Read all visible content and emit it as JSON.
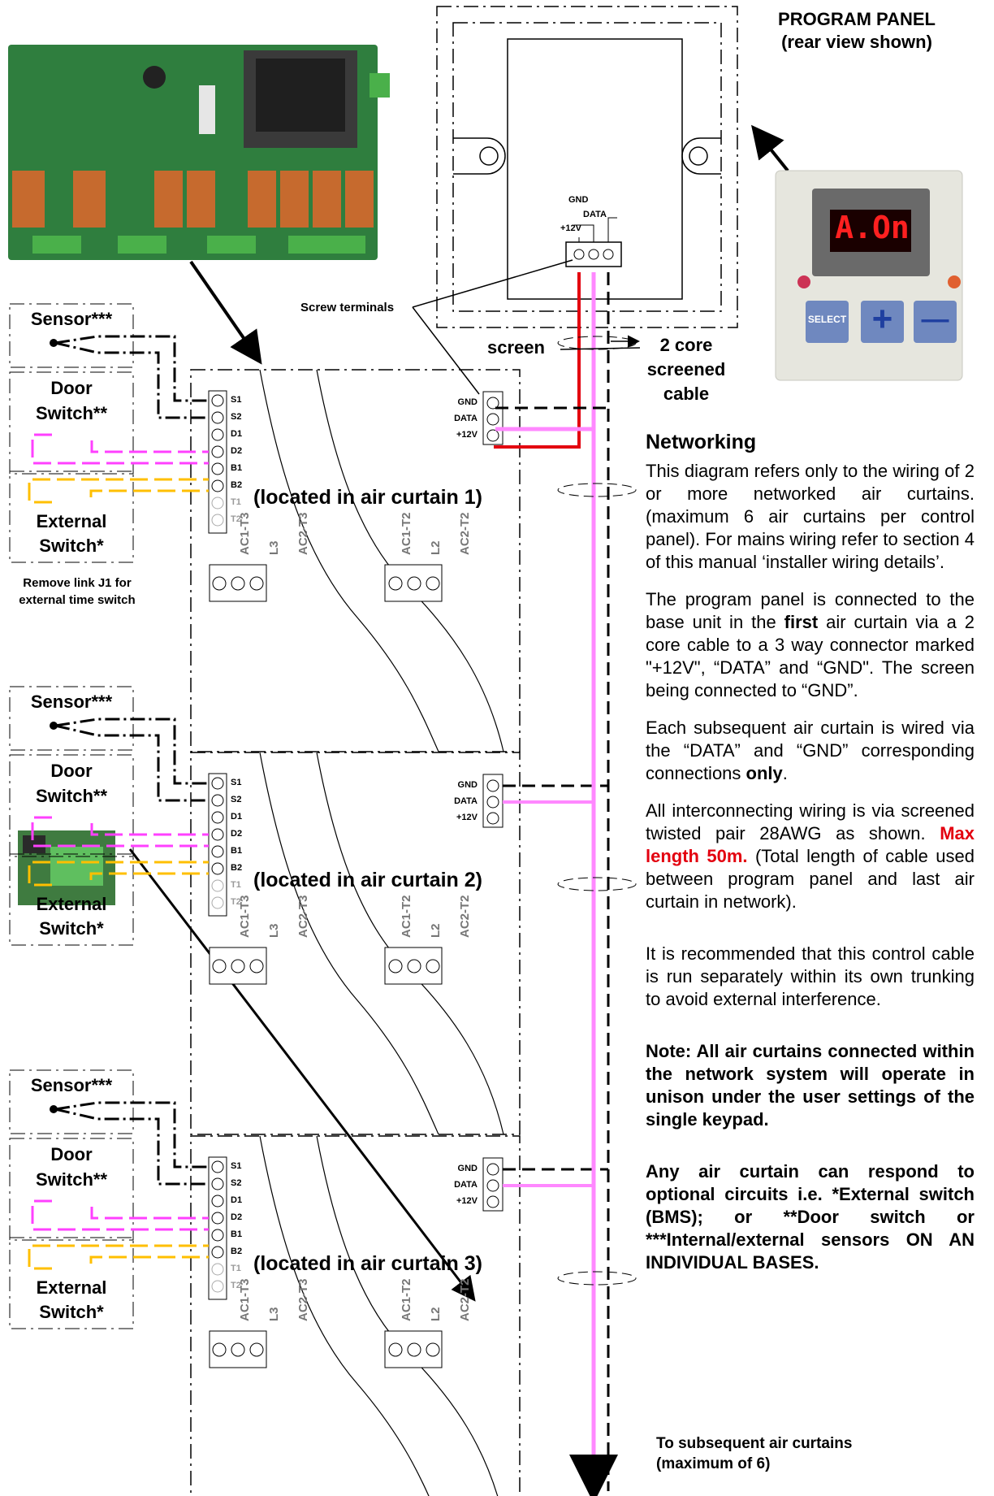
{
  "panel": {
    "title_line1": "PROGRAM PANEL",
    "title_line2": "(rear view shown)",
    "terminals": [
      "+12V",
      "DATA",
      "GND"
    ]
  },
  "keypad": {
    "display": "A.On",
    "buttons": [
      "SELECT",
      "+",
      "—"
    ]
  },
  "labels": {
    "screw_terminals": "Screw terminals",
    "screen": "screen",
    "cable": [
      "2 core",
      "screened",
      "cable"
    ],
    "remove_link": [
      "Remove link J1 for",
      "external time switch"
    ],
    "to_subsequent": [
      "To subsequent air curtains",
      "(maximum of 6)"
    ]
  },
  "switch_boxes": {
    "sensor": "Sensor***",
    "door": [
      "Door",
      "Switch**"
    ],
    "external": [
      "External",
      "Switch*"
    ]
  },
  "unit_terminals": [
    "S1",
    "S2",
    "D1",
    "D2",
    "B1",
    "B2",
    "T1",
    "T2"
  ],
  "network_terminals": [
    "GND",
    "DATA",
    "+12V"
  ],
  "mains_terminals": [
    "AC1-T3",
    "L3",
    "AC2-T3",
    "AC1-T2",
    "L2",
    "AC2-T2"
  ],
  "units": [
    {
      "located": "(located in air curtain 1)"
    },
    {
      "located": "(located in air curtain 2)"
    },
    {
      "located": "(located in air curtain 3)"
    }
  ],
  "text": {
    "heading": "Networking",
    "p1": "This diagram refers only to the wiring of 2 or more  networked air curtains. (maximum 6 air curtains per control panel). For mains wiring refer to section 4 of this manual ‘installer wiring  details’.",
    "p2a": "The program panel is connected to the base unit in the ",
    "p2b": "first",
    "p2c": " air curtain via a 2 core cable to a 3 way connector marked \"+12V\", “DATA” and “GND\". The screen being  connected  to  “GND”.",
    "p3a": "Each subsequent air curtain is wired via the “DATA” and “GND” corresponding connections ",
    "p3b": "only",
    "p3c": ".",
    "p4a": "All interconnecting wiring is via screened twisted pair 28AWG as shown. ",
    "p4b": "Max length 50m.",
    "p4c": " (Total length of cable used between program panel and last air curtain in network).",
    "p5": "It is recommended that this control cable is run separately within its own trunking to avoid external interference.",
    "p6": "Note: All air curtains connected within the network system will operate in unison under the user settings of the single keypad.",
    "p7": "Any air curtain can respond to optional circuits i.e. *External switch (BMS); or **Door switch or ***Internal/external sensors ON AN INDIVIDUAL BASES."
  },
  "colors": {
    "magenta": "#ff40ff",
    "orange": "#ffbf00",
    "red": "#e3000f",
    "pink": "#ff88ff"
  }
}
